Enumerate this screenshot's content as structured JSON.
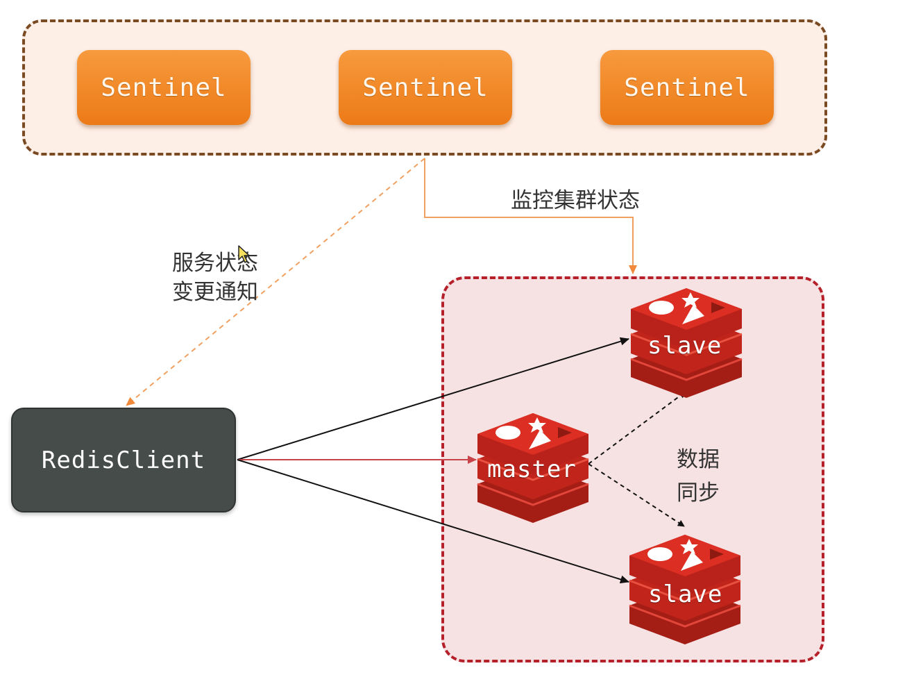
{
  "sentinels": [
    {
      "label": "Sentinel"
    },
    {
      "label": "Sentinel"
    },
    {
      "label": "Sentinel"
    }
  ],
  "client": {
    "label": "RedisClient"
  },
  "labels": {
    "monitor": "监控集群状态",
    "notify_line1": "服务状态",
    "notify_line2": "变更通知",
    "sync_line1": "数据",
    "sync_line2": "同步"
  },
  "nodes": {
    "slave_top": {
      "label": "slave"
    },
    "master": {
      "label": "master"
    },
    "slave_bottom": {
      "label": "slave"
    }
  },
  "colors": {
    "sentinel_fill": "#f08a2a",
    "sentinel_group_border": "#7a4a22",
    "cluster_border": "#b5202a",
    "redis_red": "#d82c20",
    "client_fill": "#464c4a",
    "monitor_line": "#f0a060"
  },
  "icons": [
    "redis-logo-icon",
    "cursor-icon"
  ]
}
